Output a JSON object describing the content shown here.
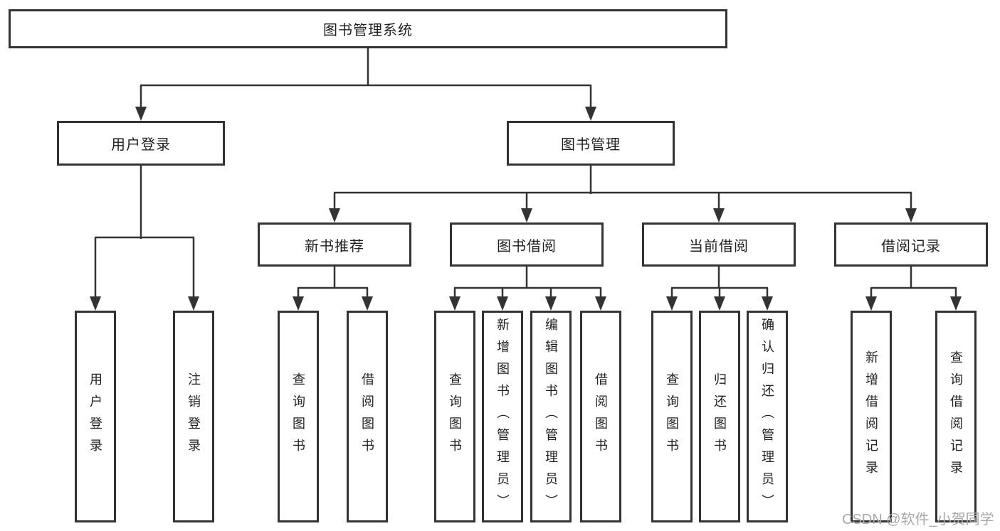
{
  "colors": {
    "line": "#333333",
    "text": "#1f1f1f",
    "watermark": "#a8a8a8",
    "background": "#ffffff"
  },
  "watermark": "CSDN @软件_小贺同学",
  "tree": {
    "label": "图书管理系统",
    "children": [
      {
        "label": "用户登录",
        "children": [
          {
            "label": "用户登录"
          },
          {
            "label": "注销登录"
          }
        ]
      },
      {
        "label": "图书管理",
        "children": [
          {
            "label": "新书推荐",
            "children": [
              {
                "label": "查询图书"
              },
              {
                "label": "借阅图书"
              }
            ]
          },
          {
            "label": "图书借阅",
            "children": [
              {
                "label": "查询图书"
              },
              {
                "label": "新增图书（管理员）"
              },
              {
                "label": "编辑图书（管理员）"
              },
              {
                "label": "借阅图书"
              }
            ]
          },
          {
            "label": "当前借阅",
            "children": [
              {
                "label": "查询图书"
              },
              {
                "label": "归还图书"
              },
              {
                "label": "确认归还（管理员）"
              }
            ]
          },
          {
            "label": "借阅记录",
            "children": [
              {
                "label": "新增借阅记录"
              },
              {
                "label": "查询借阅记录"
              }
            ]
          }
        ]
      }
    ]
  }
}
